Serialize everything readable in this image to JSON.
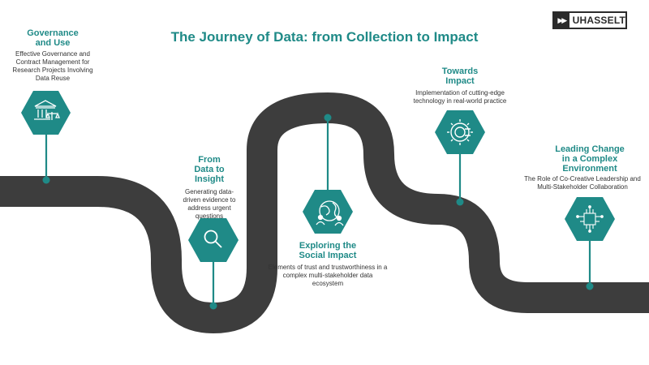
{
  "header": {
    "title": "The Journey of Data: from Collection to Impact",
    "logo_text": "UHASSELT",
    "logo_mark": "▶▶"
  },
  "colors": {
    "road": "#3d3d3d",
    "teal": "#1f8a87",
    "text": "#333333"
  },
  "stages": [
    {
      "title_lines": [
        "Governance",
        "and Use"
      ],
      "description": "Effective Governance and Contract Management for Research Projects Involving Data Reuse",
      "icon": "governance-scales-icon"
    },
    {
      "title_lines": [
        "From",
        "Data to",
        "Insight"
      ],
      "description": "Generating data-driven evidence to address urgent questions",
      "icon": "magnifier-icon"
    },
    {
      "title_lines": [
        "Exploring the",
        "Social Impact"
      ],
      "description": "Elements of trust and trustworthiness in a complex multi-stakeholder data ecosystem",
      "icon": "globe-people-icon"
    },
    {
      "title_lines": [
        "Towards",
        "Impact"
      ],
      "description": "Implementation of cutting-edge technology in real-world practice",
      "icon": "gear-icon"
    },
    {
      "title_lines": [
        "Leading Change",
        "in a Complex",
        "Environment"
      ],
      "description": "The Role of Co-Creative Leadership and Multi-Stakeholder Collaboration",
      "icon": "circuit-icon"
    }
  ]
}
